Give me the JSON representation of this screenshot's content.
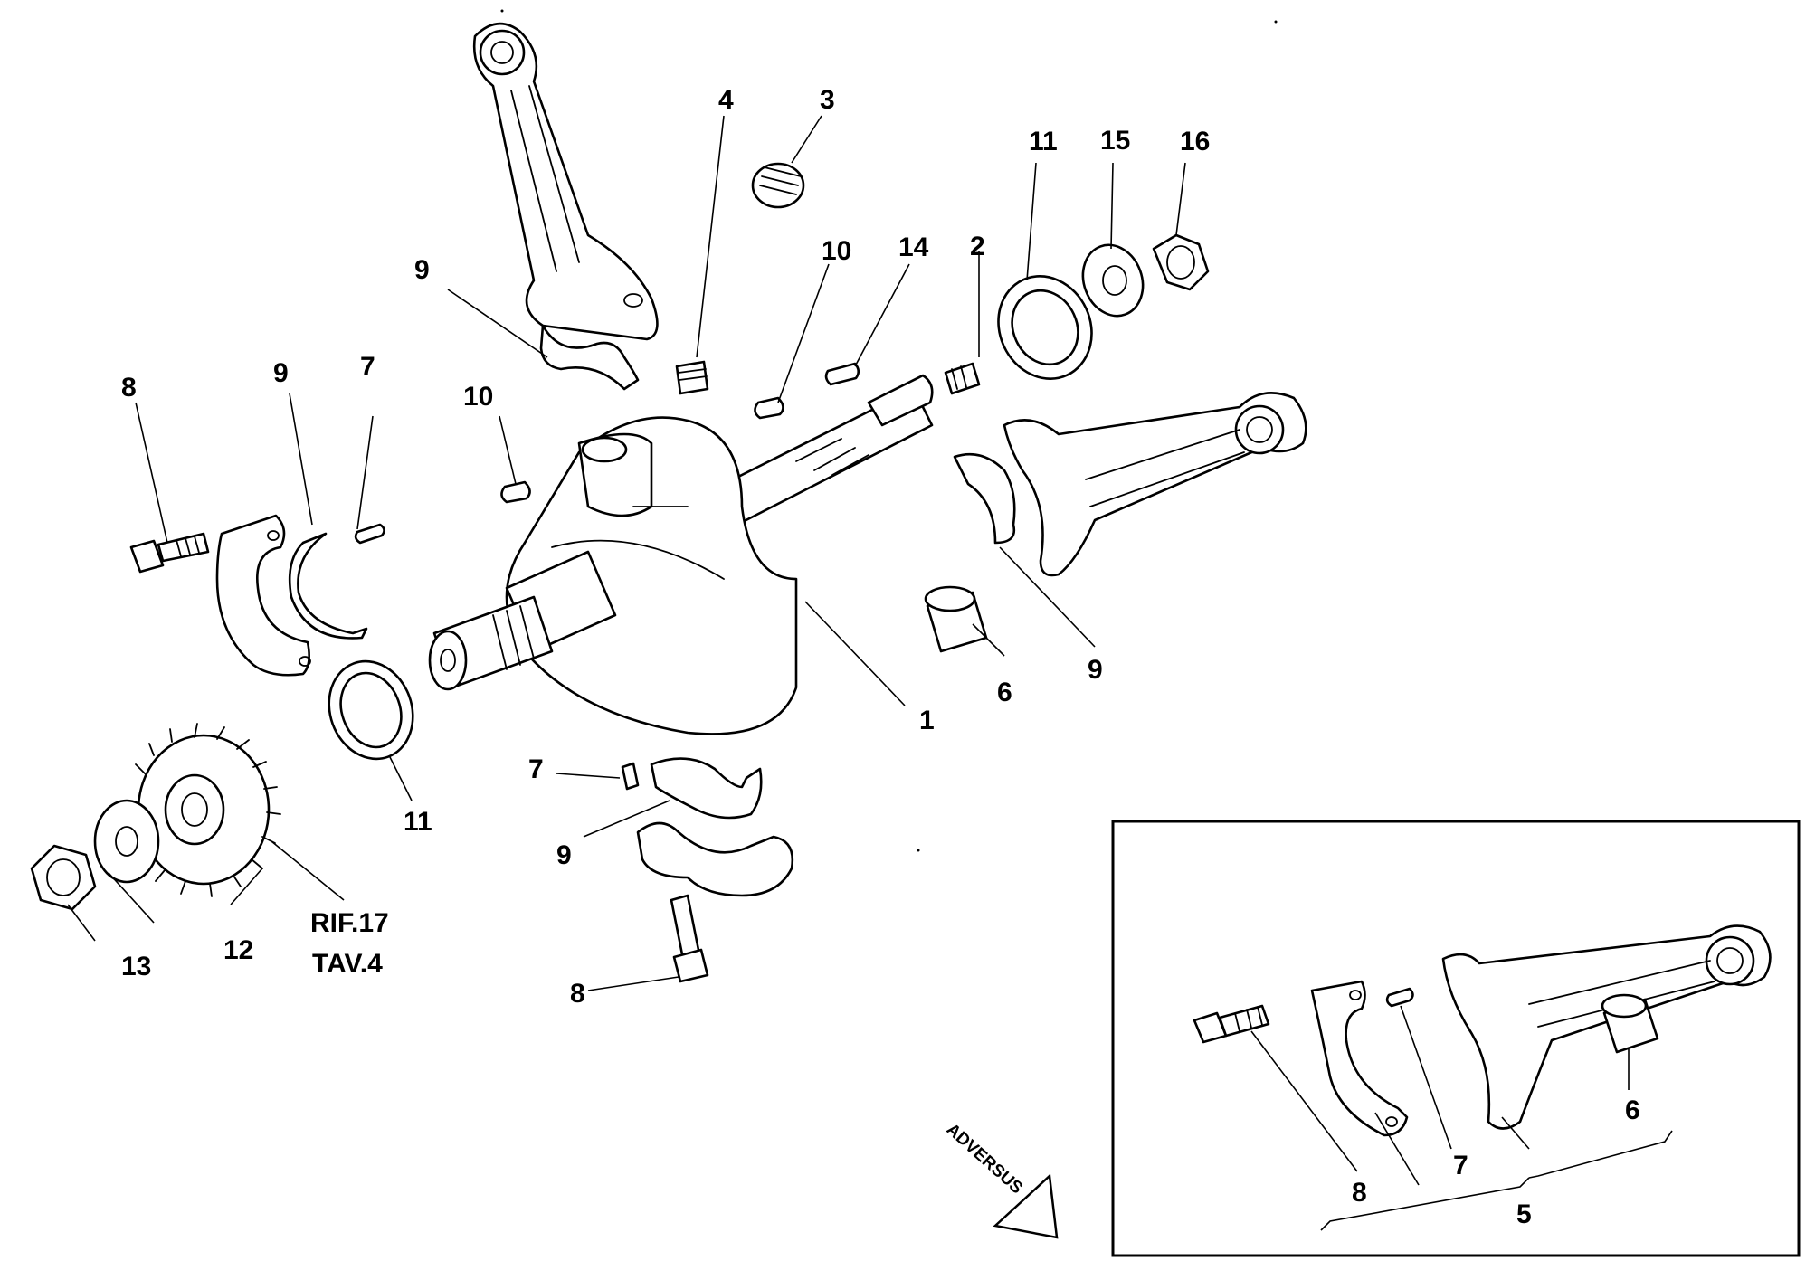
{
  "callouts": {
    "c1": "1",
    "c2": "2",
    "c3": "3",
    "c4": "4",
    "c6": "6",
    "c7a": "7",
    "c7b": "7",
    "c8a": "8",
    "c8b": "8",
    "c9a": "9",
    "c9b": "9",
    "c9c": "9",
    "c9d": "9",
    "c10a": "10",
    "c10b": "10",
    "c11a": "11",
    "c11b": "11",
    "c12": "12",
    "c13": "13",
    "c14": "14",
    "c15": "15",
    "c16": "16"
  },
  "reference": {
    "line1": "RIF.17",
    "line2": "TAV.4"
  },
  "inset": {
    "c5": "5",
    "c6": "6",
    "c7": "7",
    "c8": "8"
  },
  "logo": {
    "text": "ADVERSUS"
  }
}
